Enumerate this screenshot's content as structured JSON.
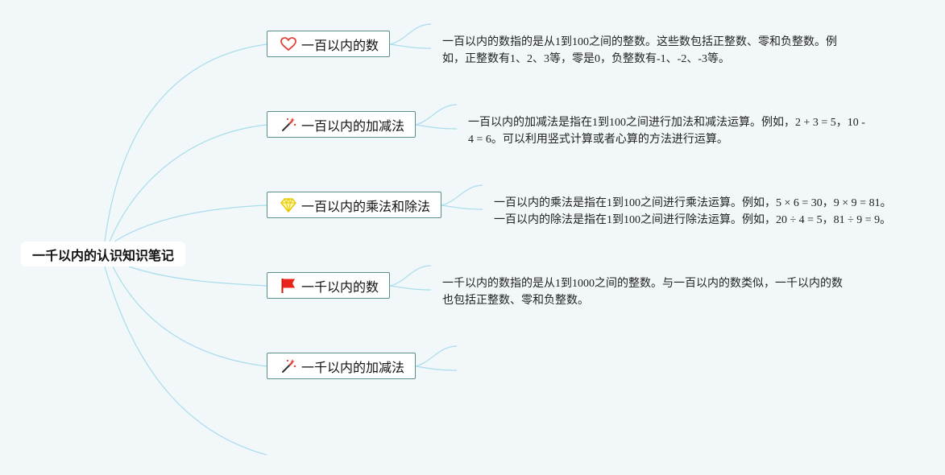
{
  "root": {
    "title": "一千以内的认识知识笔记"
  },
  "branches": [
    {
      "icon": "heart-icon",
      "label": "一百以内的数",
      "note": [
        "一百以内的数指的是从1到100之间的整数。这些数包括正整数、零和负整数。例",
        "如，正整数有1、2、3等，零是0，负整数有-1、-2、-3等。"
      ]
    },
    {
      "icon": "magic-wand-icon",
      "label": "一百以内的加减法",
      "note": [
        "一百以内的加减法是指在1到100之间进行加法和减法运算。例如，2 + 3 = 5，10 -",
        "4 = 6。可以利用竖式计算或者心算的方法进行运算。"
      ]
    },
    {
      "icon": "diamond-icon",
      "label": "一百以内的乘法和除法",
      "note": [
        "一百以内的乘法是指在1到100之间进行乘法运算。例如，5 × 6 = 30，9 × 9 = 81。",
        "一百以内的除法是指在1到100之间进行除法运算。例如，20 ÷ 4 = 5，81 ÷ 9 = 9。"
      ]
    },
    {
      "icon": "red-flag-icon",
      "label": "一千以内的数",
      "note": [
        "一千以内的数指的是从1到1000之间的整数。与一百以内的数类似，一千以内的数",
        "也包括正整数、零和负整数。"
      ]
    },
    {
      "icon": "magic-wand-icon",
      "label": "一千以内的加减法",
      "note": []
    }
  ],
  "colors": {
    "background": "#f2f8fa",
    "connector": "#a8dcec",
    "topic_border": "#5b8f8c"
  }
}
